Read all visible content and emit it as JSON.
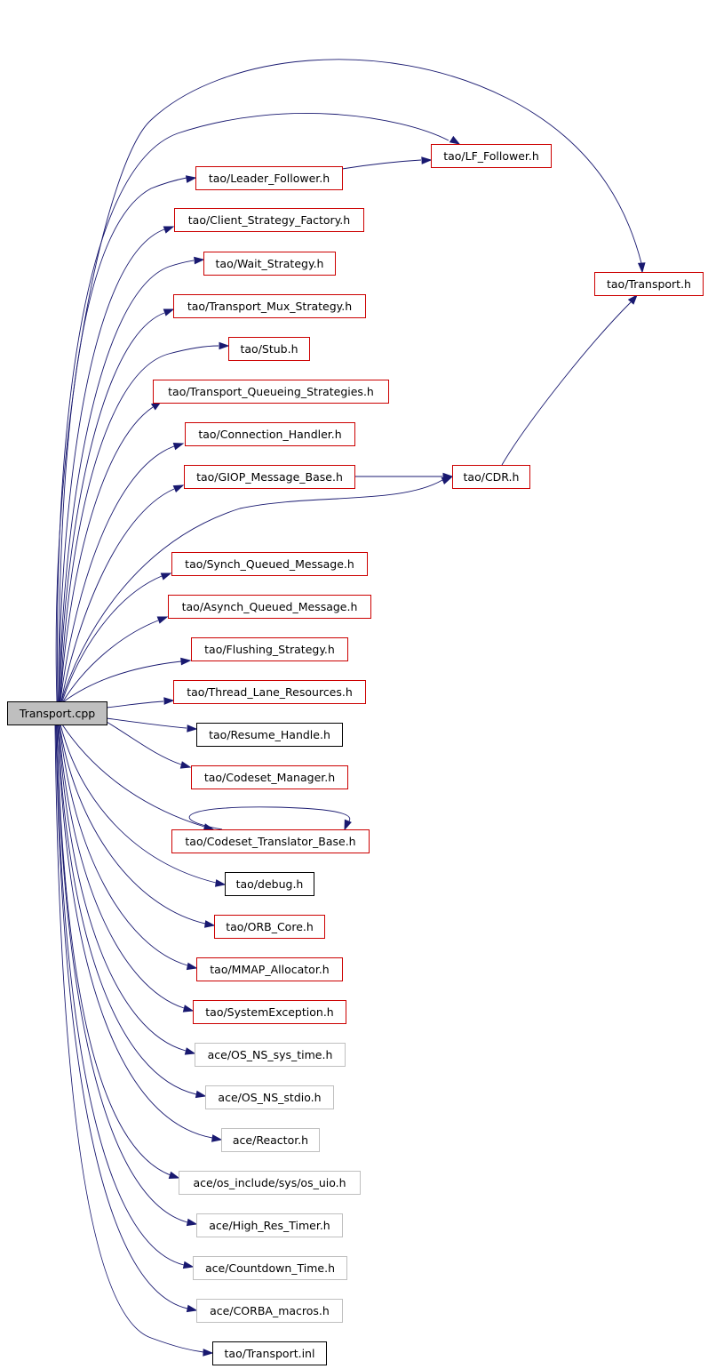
{
  "colors": {
    "edge": "#191970",
    "border_documented": "#cc0000",
    "border_undocumented": "#bfbfbf",
    "border_plain": "#000000",
    "root_fill": "#bfbfbf",
    "node_fill": "#ffffff"
  },
  "nodes": [
    {
      "id": "root",
      "label": "Transport.cpp",
      "style": "root"
    },
    {
      "id": "lf_follower",
      "label": "tao/LF_Follower.h",
      "style": "documented"
    },
    {
      "id": "leader_follower",
      "label": "tao/Leader_Follower.h",
      "style": "documented"
    },
    {
      "id": "client_strategy_factory",
      "label": "tao/Client_Strategy_Factory.h",
      "style": "documented"
    },
    {
      "id": "wait_strategy",
      "label": "tao/Wait_Strategy.h",
      "style": "documented"
    },
    {
      "id": "transport_h",
      "label": "tao/Transport.h",
      "style": "documented"
    },
    {
      "id": "transport_mux_strategy",
      "label": "tao/Transport_Mux_Strategy.h",
      "style": "documented"
    },
    {
      "id": "stub",
      "label": "tao/Stub.h",
      "style": "documented"
    },
    {
      "id": "transport_queueing_strategies",
      "label": "tao/Transport_Queueing_Strategies.h",
      "style": "documented"
    },
    {
      "id": "connection_handler",
      "label": "tao/Connection_Handler.h",
      "style": "documented"
    },
    {
      "id": "giop_message_base",
      "label": "tao/GIOP_Message_Base.h",
      "style": "documented"
    },
    {
      "id": "cdr",
      "label": "tao/CDR.h",
      "style": "documented"
    },
    {
      "id": "synch_queued_message",
      "label": "tao/Synch_Queued_Message.h",
      "style": "documented"
    },
    {
      "id": "asynch_queued_message",
      "label": "tao/Asynch_Queued_Message.h",
      "style": "documented"
    },
    {
      "id": "flushing_strategy",
      "label": "tao/Flushing_Strategy.h",
      "style": "documented"
    },
    {
      "id": "thread_lane_resources",
      "label": "tao/Thread_Lane_Resources.h",
      "style": "documented"
    },
    {
      "id": "resume_handle",
      "label": "tao/Resume_Handle.h",
      "style": "plain"
    },
    {
      "id": "codeset_manager",
      "label": "tao/Codeset_Manager.h",
      "style": "documented"
    },
    {
      "id": "codeset_translator_base",
      "label": "tao/Codeset_Translator_Base.h",
      "style": "documented"
    },
    {
      "id": "debug",
      "label": "tao/debug.h",
      "style": "plain"
    },
    {
      "id": "orb_core",
      "label": "tao/ORB_Core.h",
      "style": "documented"
    },
    {
      "id": "mmap_allocator",
      "label": "tao/MMAP_Allocator.h",
      "style": "documented"
    },
    {
      "id": "system_exception",
      "label": "tao/SystemException.h",
      "style": "documented"
    },
    {
      "id": "os_ns_sys_time",
      "label": "ace/OS_NS_sys_time.h",
      "style": "undocumented"
    },
    {
      "id": "os_ns_stdio",
      "label": "ace/OS_NS_stdio.h",
      "style": "undocumented"
    },
    {
      "id": "reactor",
      "label": "ace/Reactor.h",
      "style": "undocumented"
    },
    {
      "id": "os_uio",
      "label": "ace/os_include/sys/os_uio.h",
      "style": "undocumented"
    },
    {
      "id": "high_res_timer",
      "label": "ace/High_Res_Timer.h",
      "style": "undocumented"
    },
    {
      "id": "countdown_time",
      "label": "ace/Countdown_Time.h",
      "style": "undocumented"
    },
    {
      "id": "corba_macros",
      "label": "ace/CORBA_macros.h",
      "style": "undocumented"
    },
    {
      "id": "transport_inl",
      "label": "tao/Transport.inl",
      "style": "plain"
    }
  ],
  "edges": [
    {
      "from": "root",
      "to": "leader_follower"
    },
    {
      "from": "root",
      "to": "lf_follower"
    },
    {
      "from": "root",
      "to": "transport_h"
    },
    {
      "from": "root",
      "to": "client_strategy_factory"
    },
    {
      "from": "root",
      "to": "wait_strategy"
    },
    {
      "from": "root",
      "to": "transport_mux_strategy"
    },
    {
      "from": "root",
      "to": "stub"
    },
    {
      "from": "root",
      "to": "transport_queueing_strategies"
    },
    {
      "from": "root",
      "to": "connection_handler"
    },
    {
      "from": "root",
      "to": "giop_message_base"
    },
    {
      "from": "root",
      "to": "cdr"
    },
    {
      "from": "root",
      "to": "synch_queued_message"
    },
    {
      "from": "root",
      "to": "asynch_queued_message"
    },
    {
      "from": "root",
      "to": "flushing_strategy"
    },
    {
      "from": "root",
      "to": "thread_lane_resources"
    },
    {
      "from": "root",
      "to": "resume_handle"
    },
    {
      "from": "root",
      "to": "codeset_manager"
    },
    {
      "from": "root",
      "to": "codeset_translator_base"
    },
    {
      "from": "root",
      "to": "debug"
    },
    {
      "from": "root",
      "to": "orb_core"
    },
    {
      "from": "root",
      "to": "mmap_allocator"
    },
    {
      "from": "root",
      "to": "system_exception"
    },
    {
      "from": "root",
      "to": "os_ns_sys_time"
    },
    {
      "from": "root",
      "to": "os_ns_stdio"
    },
    {
      "from": "root",
      "to": "reactor"
    },
    {
      "from": "root",
      "to": "os_uio"
    },
    {
      "from": "root",
      "to": "high_res_timer"
    },
    {
      "from": "root",
      "to": "countdown_time"
    },
    {
      "from": "root",
      "to": "corba_macros"
    },
    {
      "from": "root",
      "to": "transport_inl"
    },
    {
      "from": "leader_follower",
      "to": "lf_follower"
    },
    {
      "from": "giop_message_base",
      "to": "cdr"
    },
    {
      "from": "cdr",
      "to": "transport_h"
    },
    {
      "from": "codeset_translator_base",
      "to": "codeset_translator_base"
    }
  ]
}
